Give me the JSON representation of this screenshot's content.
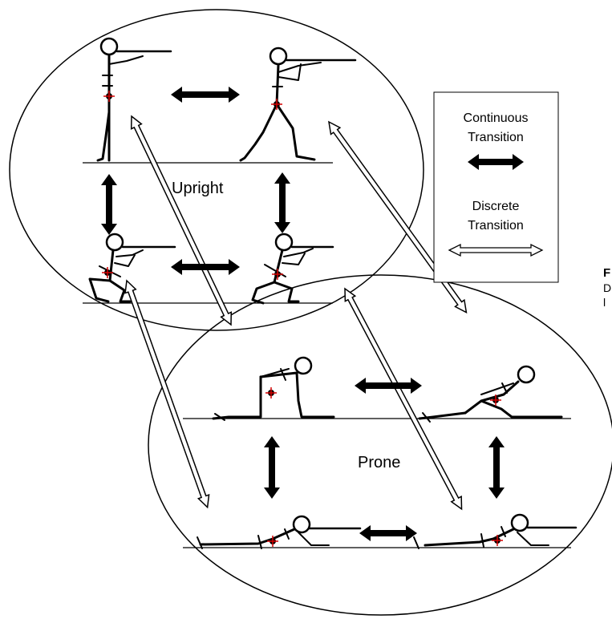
{
  "regions": {
    "upright_label": "Upright",
    "prone_label": "Prone"
  },
  "legend": {
    "continuous_line1": "Continuous",
    "continuous_line2": "Transition",
    "discrete_line1": "Discrete",
    "discrete_line2": "Transition"
  },
  "caption": {
    "line1": "F",
    "line2": "D",
    "line3": "l"
  },
  "colors": {
    "center_of_mass": "#d40000",
    "continuous_arrow": "#000000",
    "discrete_arrow_fill": "#ffffff"
  }
}
